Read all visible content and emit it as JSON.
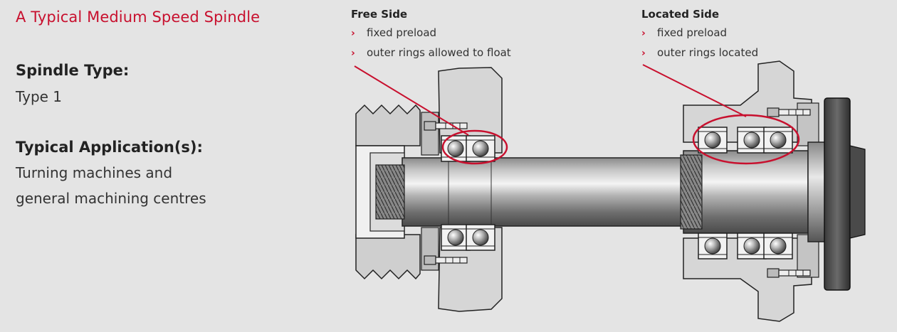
{
  "title": "A Typical Medium Speed Spindle",
  "spindle_type": {
    "heading": "Spindle Type:",
    "value": "Type 1"
  },
  "application": {
    "heading": "Typical Application(s):",
    "lines": [
      "Turning machines and",
      "general machining centres"
    ]
  },
  "free_side": {
    "title": "Free Side",
    "bullets": [
      "fixed preload",
      "outer rings allowed to float"
    ]
  },
  "located_side": {
    "title": "Located Side",
    "bullets": [
      "fixed preload",
      "outer rings located"
    ]
  },
  "colors": {
    "accent": "#c8102e",
    "background": "#e4e4e4"
  },
  "icons": {
    "bullet": "chevron-right-icon"
  }
}
